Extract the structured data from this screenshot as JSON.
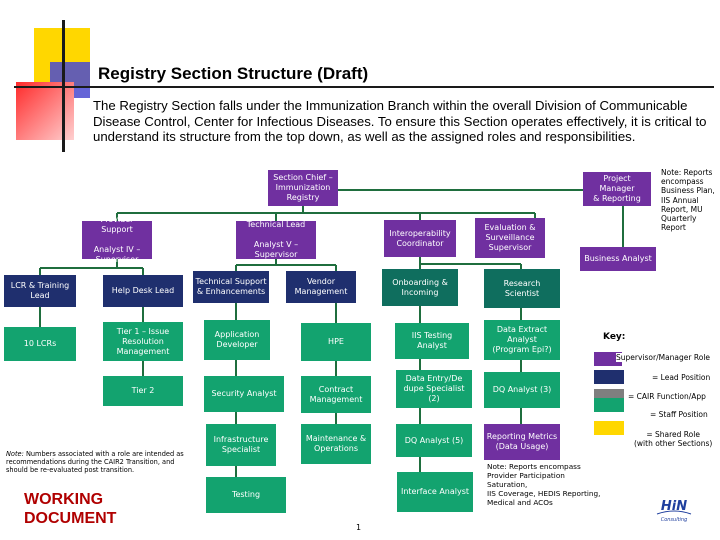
{
  "header": {
    "title": "Registry Section Structure (Draft)",
    "intro": "The Registry Section falls under the Immunization Branch within the overall Division of Communicable Disease Control, Center for Infectious Diseases. To ensure this Section operates effectively, it is critical to understand its structure from the top down, as well as the assigned roles and responsibilities."
  },
  "boxes": {
    "section_chief": "Section Chief –\nImmunization\nRegistry",
    "project_manager": "Project Manager\n& Reporting",
    "provider_support": "Provider Support\n\nAnalyst IV –\nSupervisor",
    "technical_lead": "Technical Lead\n\nAnalyst V –\nSupervisor",
    "interop_coordinator": "Interoperability\nCoordinator",
    "eval_surveillance": "Evaluation &\nSurveillance\nSupervisor",
    "business_analyst": "Business Analyst",
    "lcr_training_lead": "LCR & Training\nLead",
    "ten_lcrs": "10 LCRs",
    "help_desk_lead": "Help Desk Lead",
    "tier1": "Tier 1 – Issue\nResolution\nManagement",
    "tier2": "Tier 2",
    "tech_support": "Technical Support\n& Enhancements",
    "vendor_mgmt": "Vendor\nManagement",
    "app_developer": "Application\nDeveloper",
    "hpe": "HPE",
    "security_analyst": "Security Analyst",
    "contract_mgmt": "Contract\nManagement",
    "infra_specialist": "Infrastructure\nSpecialist",
    "maint_ops": "Maintenance &\nOperations",
    "testing": "Testing",
    "onboarding": "Onboarding &\nIncoming",
    "iis_testing": "IIS Testing\nAnalyst",
    "data_entry": "Data Entry/De\ndupe Specialist\n(2)",
    "dq_analyst_5": "DQ Analyst (5)",
    "interface_analyst": "Interface Analyst",
    "research_scientist": "Research\nScientist",
    "data_extract": "Data Extract\nAnalyst\n(Program Epi?)",
    "dq_analyst_3": "DQ Analyst (3)",
    "reporting_metrics": "Reporting Metrics\n(Data Usage)"
  },
  "notes": {
    "right": "Note: Reports\nencompass\nBusiness Plan,\nIIS Annual\nReport, MU\nQuarterly\nReport",
    "bottom_prefix": "Note:",
    "bottom": " Numbers associated with a role are intended as recommendations during the CAIR2 Transition, and should be re-evaluated post transition.",
    "reports": "Note: Reports encompass\nProvider Participation Saturation,\nIIS Coverage, HEDIS Reporting,\nMedical and ACOs",
    "working": "WORKING\nDOCUMENT",
    "page": "1"
  },
  "legend": {
    "title": "Key:",
    "items": [
      {
        "label": "Supervisor/Manager Role",
        "color": "#7030a0"
      },
      {
        "label": "= Lead Position",
        "color": "#1f2f6e"
      },
      {
        "label": "= CAIR Function/App",
        "color": "#7f7f7f"
      },
      {
        "label": "= Staff Position",
        "color": "#13a36f"
      },
      {
        "label": "= Shared Role\n(with other Sections)",
        "color": "#ffd700"
      }
    ]
  },
  "colors": {
    "supervisor": "#7030a0",
    "lead": "#1f2f6e",
    "cair": "#7f7f7f",
    "staff": "#13a36f",
    "teal": "#0f6e5e",
    "shared": "#ffd700",
    "working": "#b00000"
  },
  "logo": {
    "text": "HiN",
    "sub": "Consulting"
  }
}
